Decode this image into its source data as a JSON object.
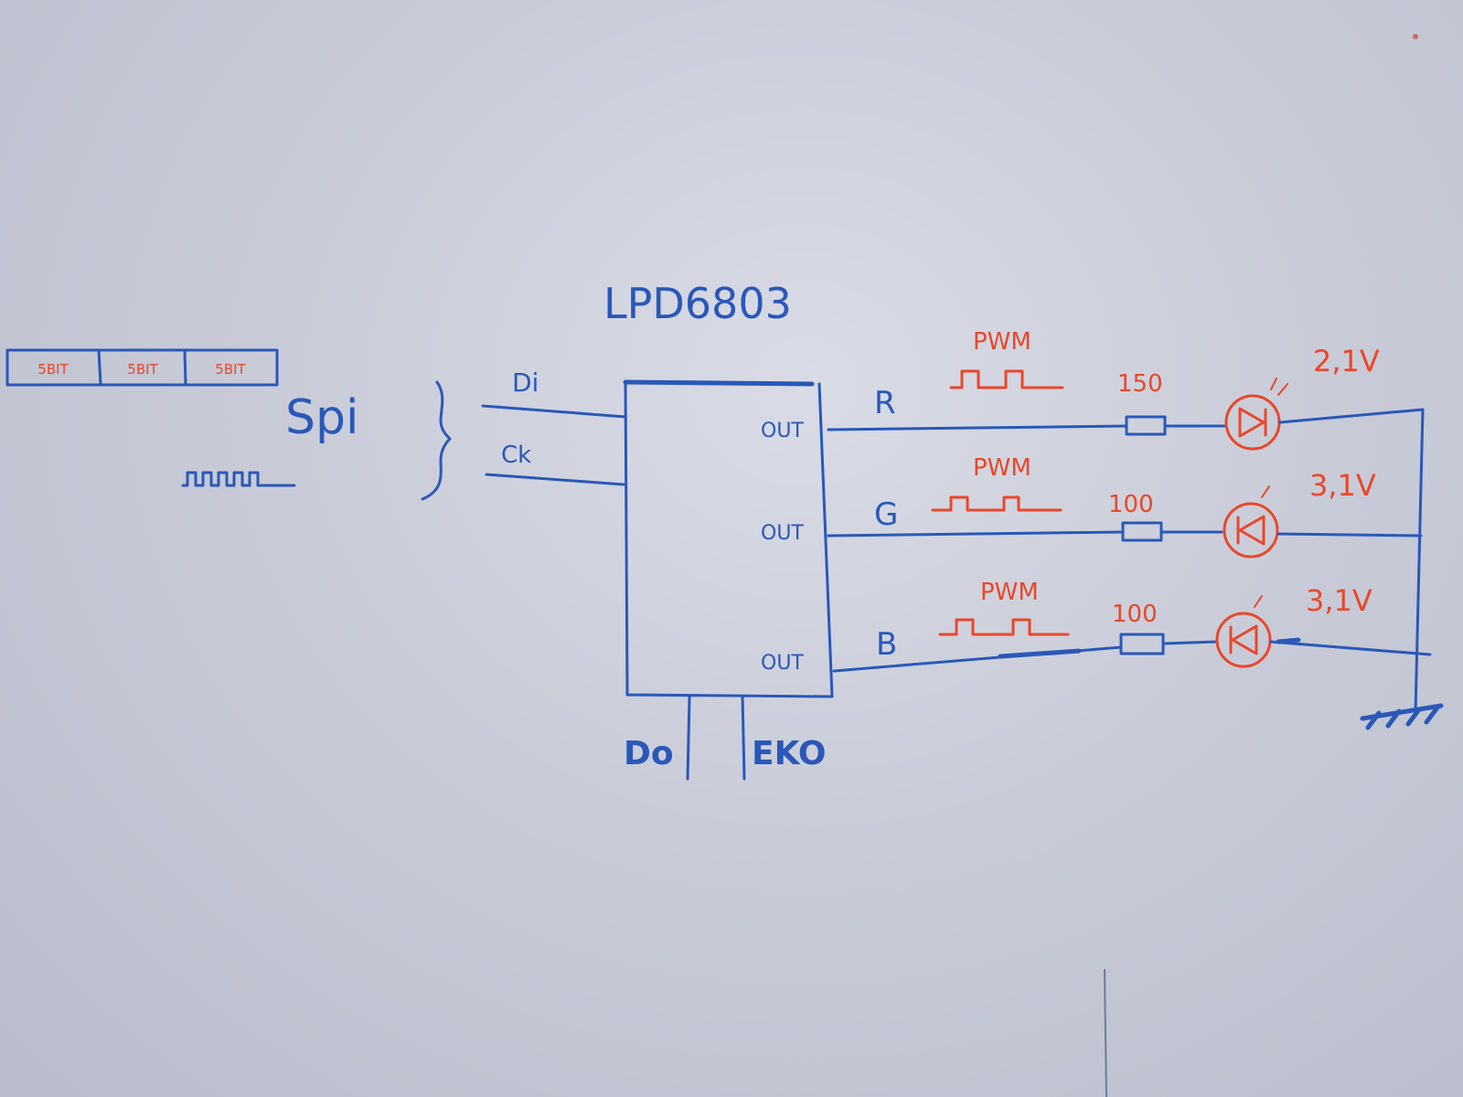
{
  "chip": {
    "name": "LPD6803"
  },
  "inputs": {
    "bus": "Spi",
    "data_in": "Di",
    "clock": "Ck"
  },
  "outputs": [
    {
      "pin": "OUT",
      "channel": "R",
      "signal": "PWM",
      "resistor": "150",
      "voltage": "2,1V"
    },
    {
      "pin": "OUT",
      "channel": "G",
      "signal": "PWM",
      "resistor": "100",
      "voltage": "3,1V"
    },
    {
      "pin": "OUT",
      "channel": "B",
      "signal": "PWM",
      "resistor": "100",
      "voltage": "3,1V"
    }
  ],
  "bottom_pins": {
    "data_out": "Do",
    "clock_out": "EKO"
  },
  "data_frame": [
    "5BIT",
    "5BIT",
    "5BIT"
  ],
  "colors": {
    "ink_blue": "#2a58b8",
    "ink_red": "#e8482a",
    "paper": "#c9ccd8"
  }
}
